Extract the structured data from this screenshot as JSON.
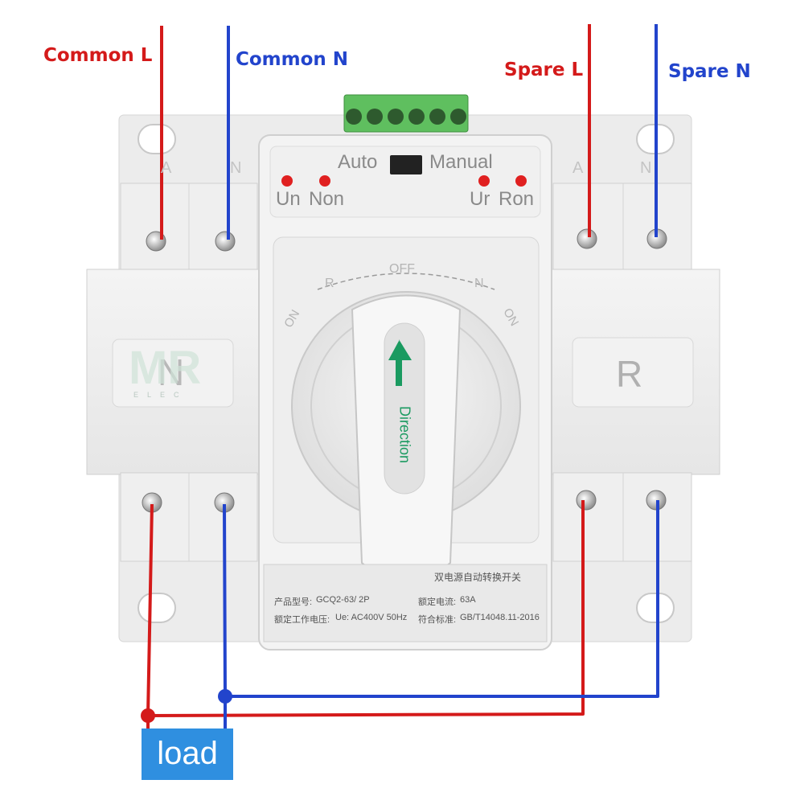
{
  "wires": {
    "common_l": "Common L",
    "common_n": "Common N",
    "spare_l": "Spare L",
    "spare_n": "Spare N",
    "load": "load"
  },
  "device": {
    "mode_auto": "Auto",
    "mode_manual": "Manual",
    "indicators_left": [
      "Un",
      "Non"
    ],
    "indicators_right": [
      "Ur",
      "Ron"
    ],
    "dial": {
      "left_on": "ON",
      "left_r": "R",
      "off": "OFF",
      "right_n": "N",
      "right_on": "ON"
    },
    "handle_label": "Direction",
    "right_badge": "R",
    "left_badge": "N",
    "brand": "MR",
    "brand_sub": "ELEC",
    "phase_top_left": [
      "A",
      "N"
    ],
    "phase_top_right": [
      "A",
      "N"
    ]
  },
  "nameplate": {
    "title": "双电源自动转换开关",
    "model_label": "产品型号:",
    "model_value": "GCQ2-63/ 2P",
    "current_label": "额定电流:",
    "current_value": "63A",
    "voltage_label": "额定工作电压:",
    "voltage_value": "Ue: AC400V 50Hz",
    "standard_label": "符合标准:",
    "standard_value": "GB/T14048.11-2016"
  },
  "colors": {
    "live": "#d41a1a",
    "neutral": "#2244cc",
    "load_box": "#2f8fe0",
    "indicator": "#e02020",
    "arrow": "#1a9a60",
    "terminal_block": "#5fbf5f"
  }
}
